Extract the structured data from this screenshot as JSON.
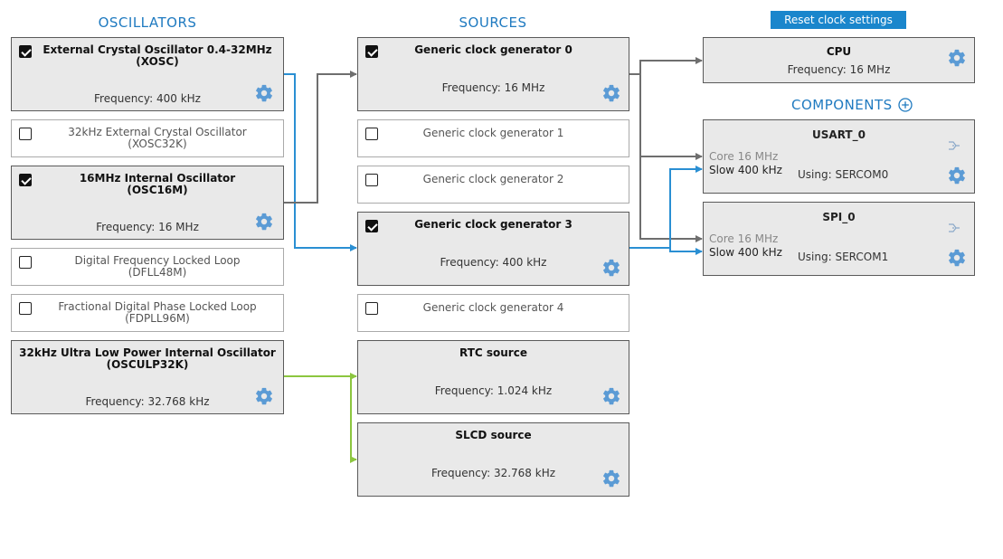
{
  "headers": {
    "oscillators": "OSCILLATORS",
    "sources": "SOURCES",
    "components": "COMPONENTS"
  },
  "reset_button": "Reset clock settings",
  "colors": {
    "accent": "#1f7ac0",
    "wire_gray": "#6e6e6e",
    "wire_blue": "#2a8fd3",
    "wire_green": "#8cc63f"
  },
  "oscillators": [
    {
      "title": "External Crystal Oscillator 0.4-32MHz",
      "subtitle": "(XOSC)",
      "enabled": true,
      "frequency": "Frequency: 400 kHz"
    },
    {
      "title": "32kHz External Crystal Oscillator",
      "subtitle": "(XOSC32K)",
      "enabled": false
    },
    {
      "title": "16MHz Internal Oscillator",
      "subtitle": "(OSC16M)",
      "enabled": true,
      "frequency": "Frequency: 16 MHz"
    },
    {
      "title": "Digital Frequency Locked Loop",
      "subtitle": "(DFLL48M)",
      "enabled": false
    },
    {
      "title": "Fractional Digital Phase Locked Loop",
      "subtitle": "(FDPLL96M)",
      "enabled": false
    },
    {
      "title": "32kHz Ultra Low Power Internal Oscillator",
      "subtitle": "(OSCULP32K)",
      "enabled": true,
      "frequency": "Frequency: 32.768 kHz"
    }
  ],
  "sources": [
    {
      "title": "Generic clock generator 0",
      "enabled": true,
      "frequency": "Frequency: 16 MHz"
    },
    {
      "title": "Generic clock generator 1",
      "enabled": false
    },
    {
      "title": "Generic clock generator 2",
      "enabled": false
    },
    {
      "title": "Generic clock generator 3",
      "enabled": true,
      "frequency": "Frequency: 400 kHz"
    },
    {
      "title": "Generic clock generator 4",
      "enabled": false
    },
    {
      "title": "RTC source",
      "frequency": "Frequency: 1.024 kHz"
    },
    {
      "title": "SLCD source",
      "frequency": "Frequency: 32.768 kHz"
    }
  ],
  "cpu": {
    "title": "CPU",
    "frequency": "Frequency: 16 MHz"
  },
  "components": [
    {
      "title": "USART_0",
      "core": "Core 16 MHz",
      "slow": "Slow 400 kHz",
      "using": "Using: SERCOM0"
    },
    {
      "title": "SPI_0",
      "core": "Core 16 MHz",
      "slow": "Slow 400 kHz",
      "using": "Using: SERCOM1"
    }
  ],
  "icons": {
    "settings": "gear-icon",
    "enable": "checkbox",
    "add": "plus-circle-icon",
    "connector": "connector-plug-icon"
  }
}
